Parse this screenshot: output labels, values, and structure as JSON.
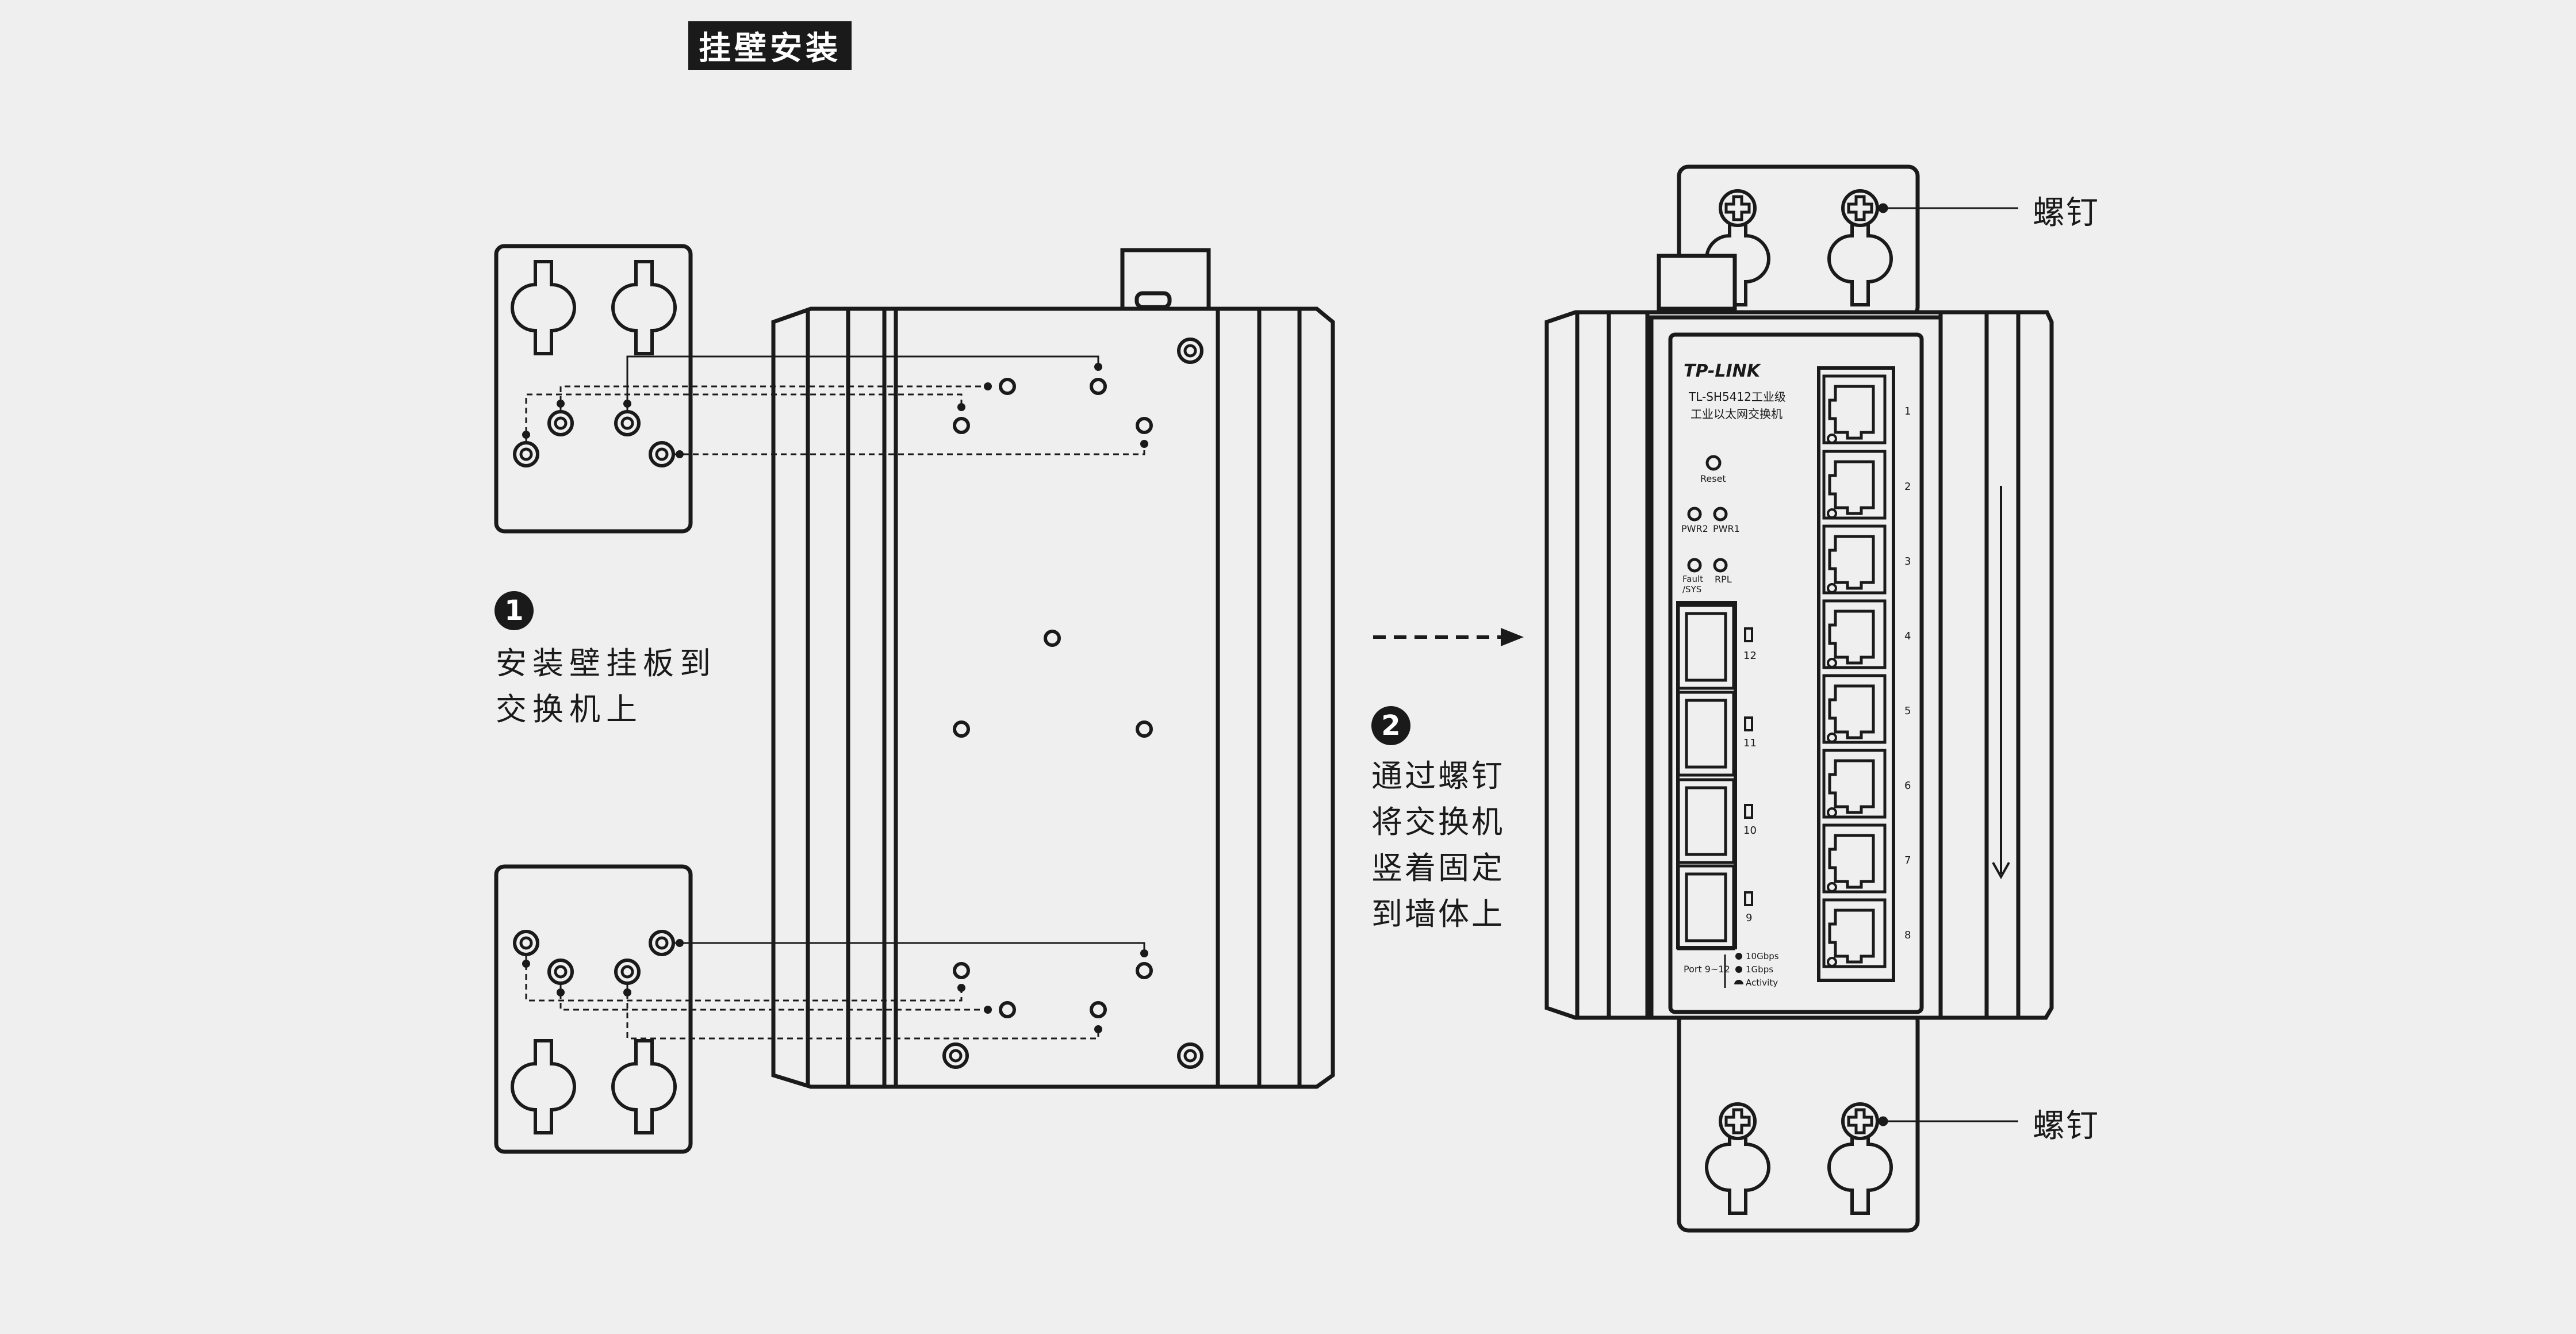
{
  "title": "挂壁安装",
  "step1": {
    "number": "1",
    "text": "安装壁挂板到\n交换机上"
  },
  "step2": {
    "number": "2",
    "text": "通过螺钉\n将交换机\n竖着固定\n到墙体上"
  },
  "screw_label_top": "螺钉",
  "screw_label_bottom": "螺钉",
  "device": {
    "brand": "TP-LINK",
    "model": "TL-SH5412工业级",
    "subtitle": "工业以太网交换机",
    "reset": "Reset",
    "pwr2": "PWR2",
    "pwr1": "PWR1",
    "fault": "Fault\n/SYS",
    "rpl": "RPL",
    "sfp_ports": [
      "12",
      "11",
      "10",
      "9"
    ],
    "rj45_ports": [
      "1",
      "2",
      "3",
      "4",
      "5",
      "6",
      "7",
      "8"
    ],
    "port_legend_title": "Port 9~12",
    "legend": [
      "10Gbps",
      "1Gbps",
      "Activity"
    ]
  }
}
